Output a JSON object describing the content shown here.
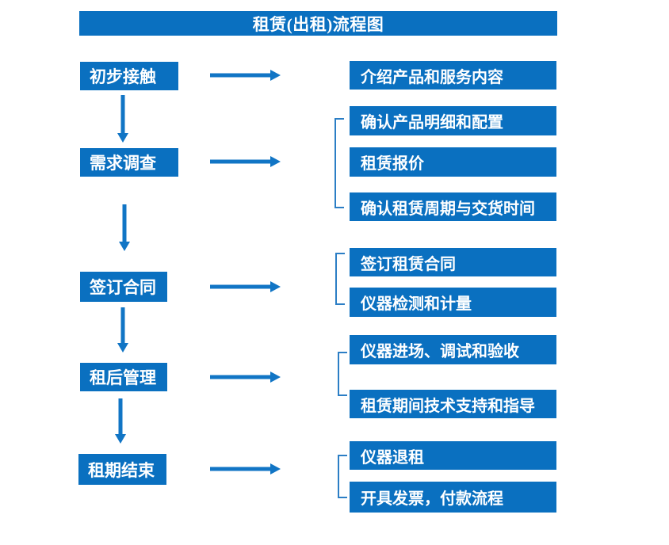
{
  "title": "租赁(出租)流程图",
  "colors": {
    "box_blue": "#0a70c0",
    "arrow_blue": "#1175c5",
    "bracket_blue": "#2b7ec5",
    "text_white": "#ffffff",
    "background": "#ffffff"
  },
  "steps": [
    {
      "label": "初步接触",
      "outputs": [
        "介绍产品和服务内容"
      ]
    },
    {
      "label": "需求调查",
      "outputs": [
        "确认产品明细和配置",
        "租赁报价",
        "确认租赁周期与交货时间"
      ]
    },
    {
      "label": "签订合同",
      "outputs": [
        "签订租赁合同",
        "仪器检测和计量"
      ]
    },
    {
      "label": "租后管理",
      "outputs": [
        "仪器进场、调试和验收",
        "租赁期间技术支持和指导"
      ]
    },
    {
      "label": "租期结束",
      "outputs": [
        "仪器退租",
        "开具发票，付款流程"
      ]
    }
  ],
  "icons": {
    "down_arrow": "flow-arrow-down",
    "right_arrow": "flow-arrow-right",
    "bracket": "group-bracket"
  }
}
